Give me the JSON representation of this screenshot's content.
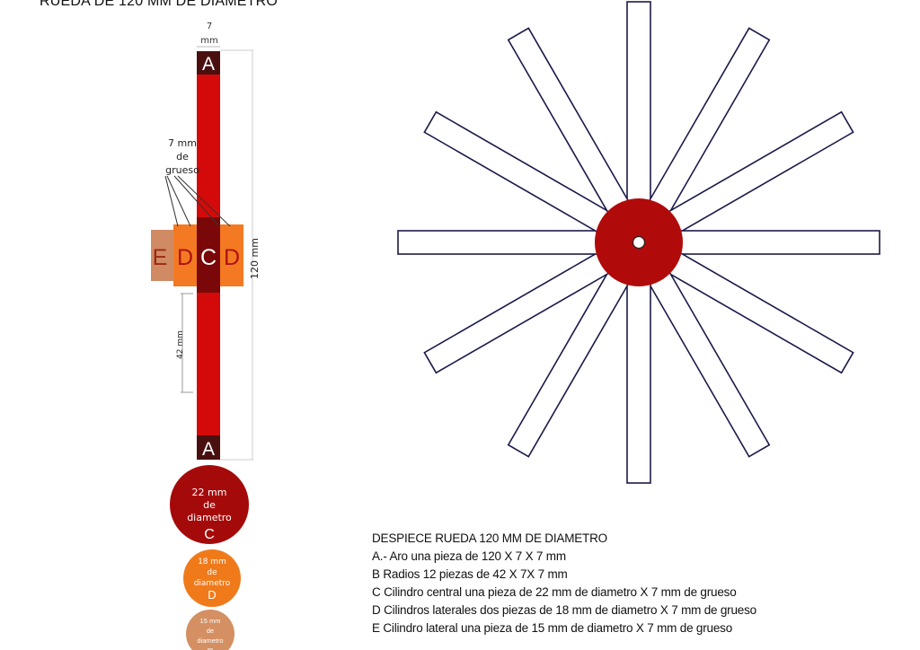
{
  "page_title": "RUEDA DE 120 MM DE DIAMETRO",
  "profile": {
    "top_dim_value": "7",
    "top_dim_unit": "mm",
    "thickness_note": [
      "7 mm",
      "de",
      "grueso"
    ],
    "length_dim": "120 mm",
    "spoke_dim": "42 mm",
    "labels": {
      "a": "A",
      "c": "C",
      "d": "D",
      "e": "E"
    }
  },
  "cylinders": [
    {
      "lines": [
        "22 mm",
        "de",
        "diametro"
      ],
      "letter": "C",
      "color": "#a50a0a"
    },
    {
      "lines": [
        "18 mm",
        "de",
        "diametro"
      ],
      "letter": "D",
      "color": "#f07a1a"
    },
    {
      "lines": [
        "15 mm",
        "de",
        "diametro"
      ],
      "letter": "E",
      "color": "#d48f62"
    }
  ],
  "wheel": {
    "spoke_count": 12,
    "hub_color": "#b00a0a",
    "spoke_stroke": "#1a1a4a"
  },
  "colors": {
    "rim": "#d40a0a",
    "hub_dark": "#7a0808",
    "rim_end": "#4a1010",
    "side_d": "#f37a22",
    "side_e": "#d08b65"
  },
  "parts": {
    "heading": "DESPIECE RUEDA 120 MM DE DIAMETRO",
    "items": [
      "A.- Aro una pieza de 120 X 7 X 7 mm",
      "B  Radios 12 piezas de 42 X 7X 7 mm",
      "C  Cilindro central una pieza de 22 mm de diametro X 7 mm de grueso",
      "D  Cilindros laterales dos piezas de 18 mm de diametro X 7 mm de grueso",
      "E   Cilindro lateral una pieza de 15 mm de diametro X 7 mm de grueso"
    ]
  }
}
